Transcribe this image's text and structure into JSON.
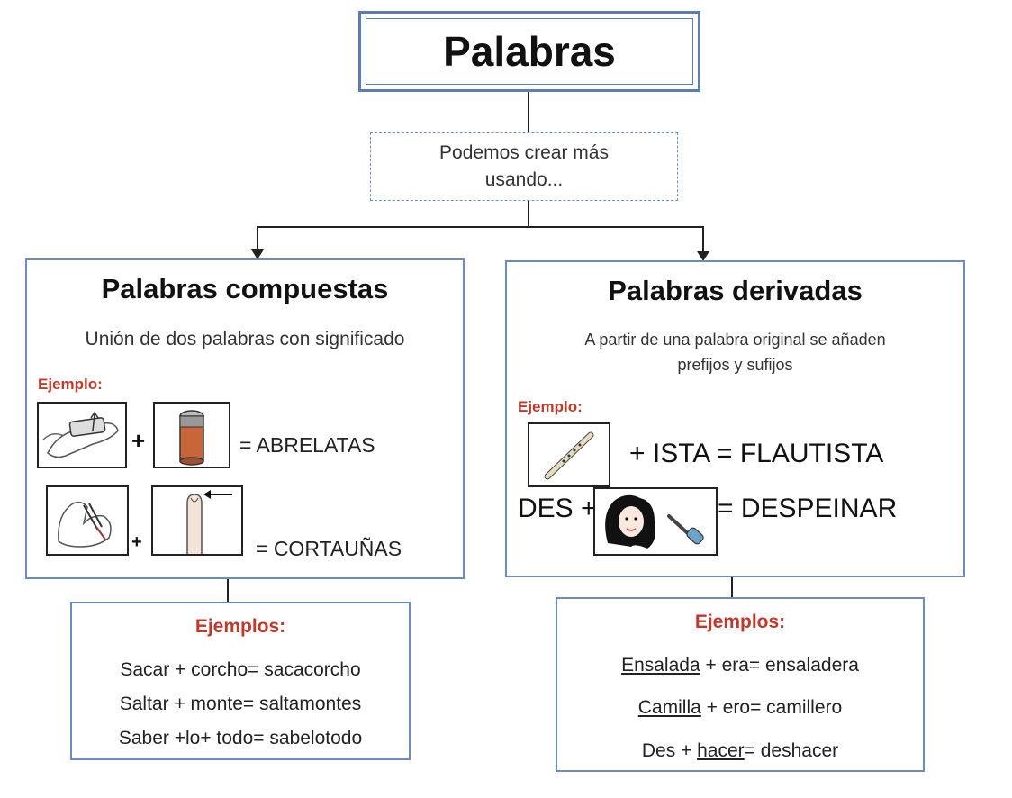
{
  "title": "Palabras",
  "intro": {
    "line1": "Podemos crear más",
    "line2": "usando..."
  },
  "compuestas": {
    "title": "Palabras compuestas",
    "subtitle": "Unión de dos palabras con significado",
    "example_label": "Ejemplo:",
    "plus": "+",
    "result1": "= ABRELATAS",
    "result2": "= CORTAUÑAS"
  },
  "derivadas": {
    "title": "Palabras derivadas",
    "subtitle_line1": "A partir de una palabra original se añaden",
    "subtitle_line2": "prefijos y sufijos",
    "example_label": "Ejemplo:",
    "row1_text": "+ ISTA = FLAUTISTA",
    "row2_prefix": "DES +",
    "row2_result": "= DESPEINAR"
  },
  "ejemplos_left": {
    "title": "Ejemplos:",
    "lines": [
      "Sacar + corcho= sacacorcho",
      "Saltar + monte= saltamontes",
      "Saber +lo+ todo= sabelotodo"
    ]
  },
  "ejemplos_right": {
    "title": "Ejemplos:",
    "rows": [
      {
        "base": "Ensalada",
        "rest": " + era= ensaladera",
        "before": ""
      },
      {
        "base": "Camilla",
        "rest": " + ero= camillero",
        "before": ""
      },
      {
        "before": "Des + ",
        "base": "hacer",
        "rest": "= deshacer"
      }
    ]
  },
  "icons": [
    "hands-opening-can-icon",
    "can-icon",
    "nail-clipping-icon",
    "finger-icon",
    "flute-icon",
    "girl-messy-hair-icon",
    "hairbrush-icon"
  ]
}
